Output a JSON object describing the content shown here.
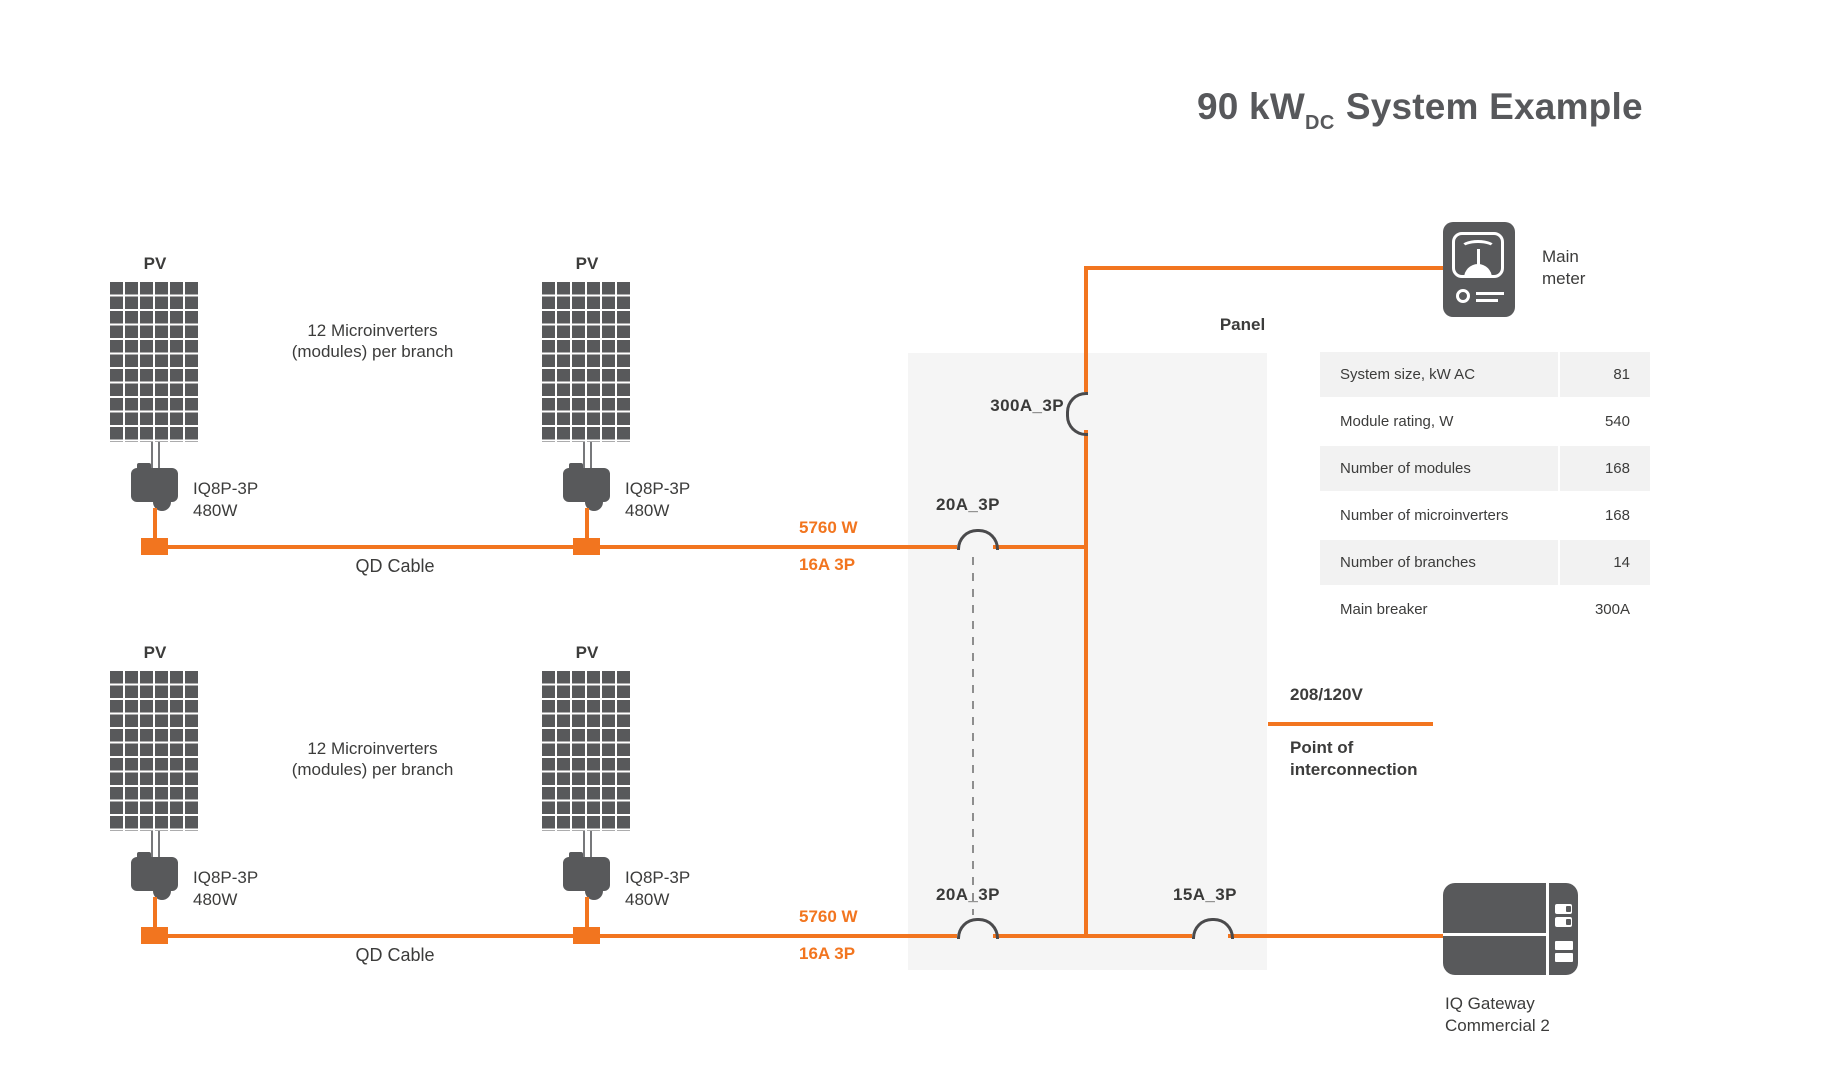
{
  "title": {
    "prefix": "90 kW",
    "subscript": "DC",
    "suffix": "System Example"
  },
  "branch_note": {
    "line1": "12 Microinverters",
    "line2": "(modules) per branch"
  },
  "pv_module": {
    "label": "PV"
  },
  "microinverter": {
    "model": "IQ8P-3P",
    "power": "480W"
  },
  "branch_cable": {
    "label": "QD Cable",
    "power": "5760 W",
    "rating": "16A 3P"
  },
  "panel": {
    "label": "Panel",
    "main_breaker": "300A_3P",
    "branch_breaker_top": "20A_3P",
    "branch_breaker_bottom": "20A_3P",
    "gateway_breaker": "15A_3P"
  },
  "meter": {
    "line1": "Main",
    "line2": "meter"
  },
  "interconnection": {
    "voltage": "208/120V",
    "line1": "Point of",
    "line2": "interconnection"
  },
  "gateway": {
    "line1": "IQ Gateway",
    "line2": "Commercial 2"
  },
  "spec_table": {
    "rows": [
      {
        "label": "System size, kW AC",
        "value": "81"
      },
      {
        "label": "Module rating, W",
        "value": "540"
      },
      {
        "label": "Number of modules",
        "value": "168"
      },
      {
        "label": "Number of microinverters",
        "value": "168"
      },
      {
        "label": "Number of branches",
        "value": "14"
      },
      {
        "label": "Main breaker",
        "value": "300A"
      }
    ]
  },
  "colors": {
    "accent": "#F2751F",
    "device": "#58595B"
  }
}
